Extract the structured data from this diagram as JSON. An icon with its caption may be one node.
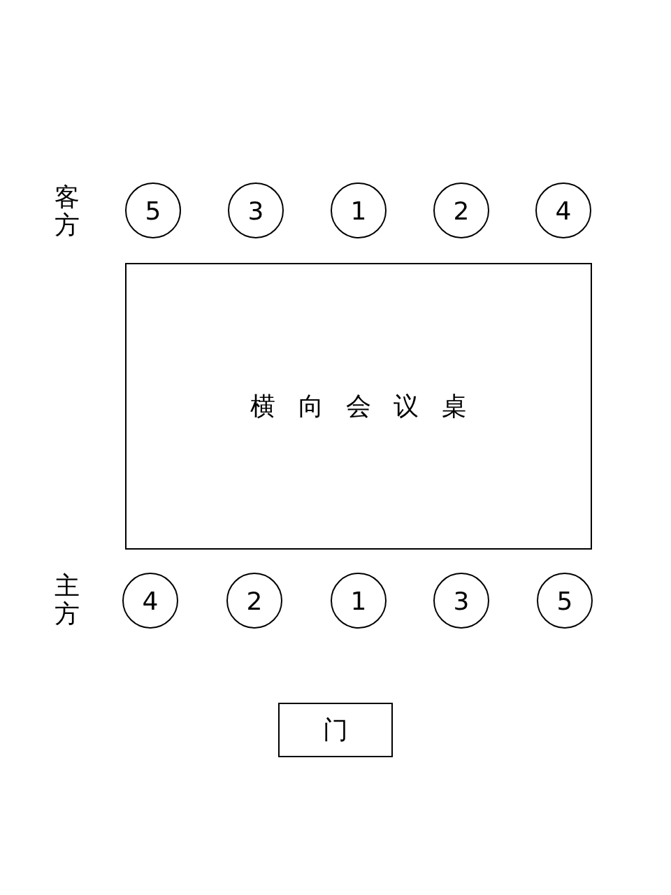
{
  "diagram": {
    "nodes": [
      {
        "text": [
          "5"
        ]
      },
      {
        "text": [
          "3"
        ]
      },
      {
        "text": [
          "1"
        ]
      },
      {
        "text": [
          "2"
        ]
      },
      {
        "text": [
          "4"
        ]
      },
      {
        "text": [
          "横向会议桌"
        ]
      },
      {
        "text": [
          "4"
        ]
      },
      {
        "text": [
          "2"
        ]
      },
      {
        "text": [
          "1"
        ]
      },
      {
        "text": [
          "3"
        ]
      },
      {
        "text": [
          "5"
        ]
      },
      {
        "text": [
          "门"
        ]
      }
    ],
    "labels": [
      "客方",
      "主方"
    ]
  }
}
